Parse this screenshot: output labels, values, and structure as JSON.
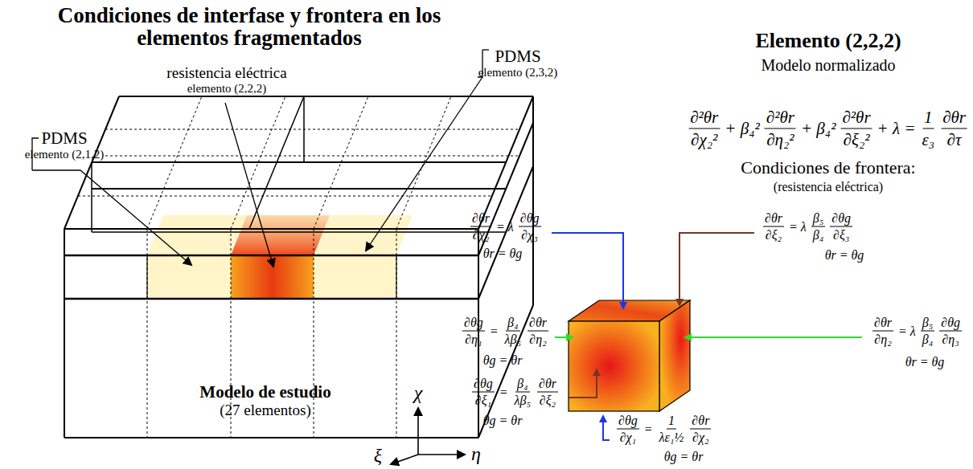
{
  "diagram": {
    "title": "Condiciones de interfase y frontera en los elementos fragmentados",
    "labels": [
      "resistencia eléctrica",
      "elemento (2,2,2)",
      "PDMS",
      "elemento (2,3,2)",
      "PDMS",
      "elemento (2,1,2)",
      "Modelo de estudio",
      "(27 elementos)",
      "χ",
      "ξ",
      "η",
      "Elemento (2,2,2)",
      "Modelo normalizado",
      "∂²θr",
      "∂χ₂²",
      "+ β₄²",
      "∂²θr",
      "∂η₂²",
      "+ β₄²",
      "∂²θr",
      "∂ξ₂²",
      "+ λ =",
      "1",
      "ε₃",
      "∂θr",
      "∂τ",
      "Condiciones de frontera:",
      "(resistencia eléctrica)",
      "∂θr",
      "∂χ₂",
      "= λ",
      "∂θg",
      "∂χ₃",
      "θr = θg",
      "∂θr",
      "∂ξ₂",
      "= λ",
      "β₅",
      "β₄",
      "∂θg",
      "∂ξ₃",
      "θr = θg",
      "∂θg",
      "∂η₁",
      "=",
      "β₄",
      "λβ₅",
      "∂θr",
      "∂η₂",
      "θg = θr",
      "∂θr",
      "∂η₂",
      "= λ",
      "β₅",
      "β₄",
      "∂θg",
      "∂η₃",
      "θr = θg",
      "∂θg",
      "∂ξ₁",
      "=",
      "β₄",
      "λβ₅",
      "∂θr",
      "∂ξ₂",
      "θg = θr",
      "∂θg",
      "∂χ₁",
      "=",
      "1",
      "λε₁½",
      "∂θr",
      "∂χ₂",
      "θg = θr"
    ]
  }
}
